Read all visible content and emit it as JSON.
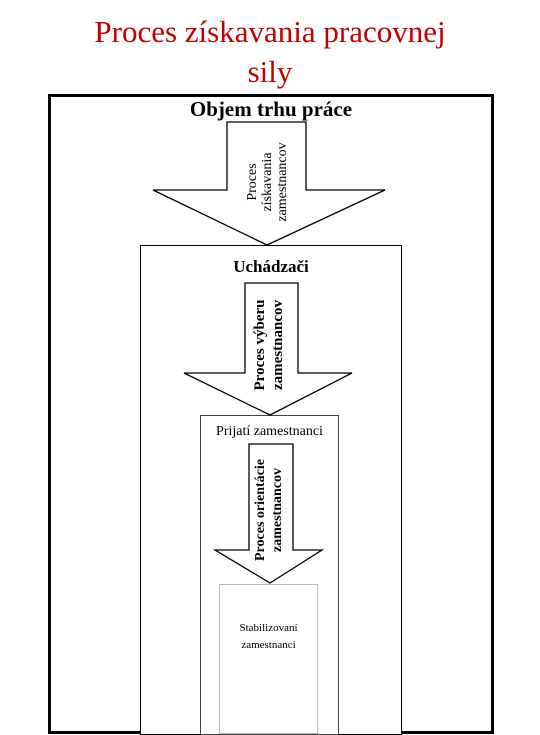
{
  "title": {
    "line1": "Proces získavania pracovnej",
    "line2": "sily"
  },
  "boxes": {
    "outer": "Objem trhu práce",
    "middle": "Uchádzači",
    "inner": "Prijatí zamestnanci",
    "core": {
      "line1": "Stabilizovaní",
      "line2": "zamestnanci"
    }
  },
  "arrows": {
    "acquisition": {
      "line1": "Proces",
      "line2": "získavania",
      "line3": "zamestnancov"
    },
    "selection": {
      "line1": "Proces výberu",
      "line2": "zamestnancov"
    },
    "orientation": {
      "line1": "Proces orientácie",
      "line2": "zamestnancov"
    }
  },
  "colors": {
    "title": "#c00000",
    "stroke": "#000000",
    "background": "#ffffff"
  }
}
